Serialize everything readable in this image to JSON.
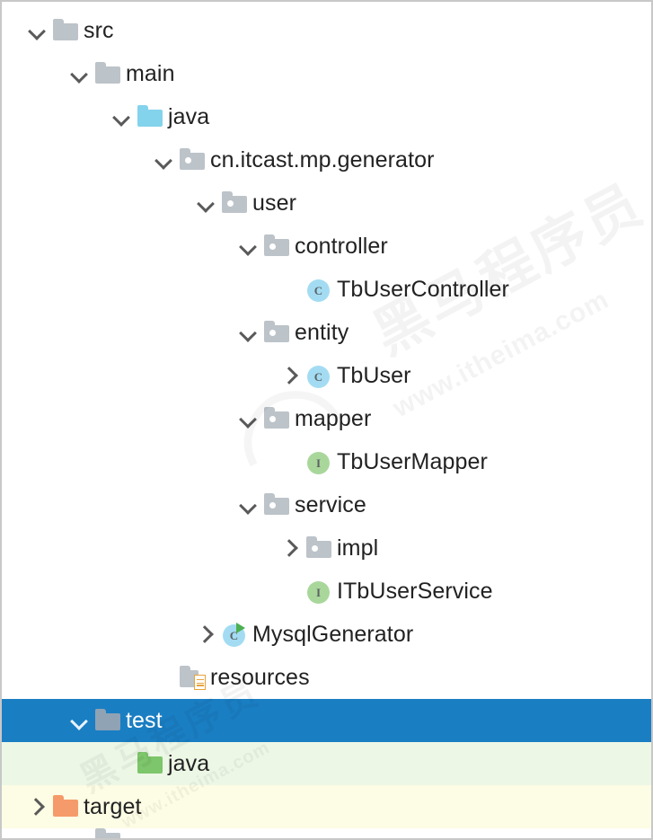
{
  "panel": {
    "name": "project-tree",
    "selected_row": "test",
    "colors": {
      "selection_background": "#1a7ec3",
      "selection_text": "#ffffff",
      "green_row_background": "#edf7e6",
      "yellow_row_background": "#fdfce4",
      "text": "#222222",
      "folder_gray": "#bcc3c9",
      "folder_cyan": "#84d3ec",
      "folder_green": "#7dc66b",
      "folder_orange": "#f59a6a",
      "folder_test": "#8fa3b4",
      "class_icon": "#a3dcf2",
      "interface_icon": "#a9d79b",
      "resources_accent": "#e8a33d",
      "run_arrow": "#4caf50"
    }
  },
  "watermark": {
    "cjk": "黑马程序员",
    "url": "www.itheima.com"
  },
  "rows": [
    {
      "label": "src",
      "depth": 0,
      "chevron": "down",
      "icon": "folder-icon",
      "icon_letter": "",
      "state": "normal"
    },
    {
      "label": "main",
      "depth": 1,
      "chevron": "down",
      "icon": "folder-icon",
      "icon_letter": "",
      "state": "normal"
    },
    {
      "label": "java",
      "depth": 2,
      "chevron": "down",
      "icon": "source-folder-icon",
      "icon_letter": "",
      "state": "normal"
    },
    {
      "label": "cn.itcast.mp.generator",
      "depth": 3,
      "chevron": "down",
      "icon": "package-folder-icon",
      "icon_letter": "",
      "state": "normal"
    },
    {
      "label": "user",
      "depth": 4,
      "chevron": "down",
      "icon": "package-folder-icon",
      "icon_letter": "",
      "state": "normal"
    },
    {
      "label": "controller",
      "depth": 5,
      "chevron": "down",
      "icon": "package-folder-icon",
      "icon_letter": "",
      "state": "normal"
    },
    {
      "label": "TbUserController",
      "depth": 6,
      "chevron": "none",
      "icon": "java-class-icon",
      "icon_letter": "C",
      "state": "normal"
    },
    {
      "label": "entity",
      "depth": 5,
      "chevron": "down",
      "icon": "package-folder-icon",
      "icon_letter": "",
      "state": "normal"
    },
    {
      "label": "TbUser",
      "depth": 6,
      "chevron": "right",
      "icon": "java-class-icon",
      "icon_letter": "C",
      "state": "normal"
    },
    {
      "label": "mapper",
      "depth": 5,
      "chevron": "down",
      "icon": "package-folder-icon",
      "icon_letter": "",
      "state": "normal"
    },
    {
      "label": "TbUserMapper",
      "depth": 6,
      "chevron": "none",
      "icon": "java-interface-icon",
      "icon_letter": "I",
      "state": "normal"
    },
    {
      "label": "service",
      "depth": 5,
      "chevron": "down",
      "icon": "package-folder-icon",
      "icon_letter": "",
      "state": "normal"
    },
    {
      "label": "impl",
      "depth": 6,
      "chevron": "right",
      "icon": "package-folder-icon",
      "icon_letter": "",
      "state": "normal"
    },
    {
      "label": "ITbUserService",
      "depth": 6,
      "chevron": "none",
      "icon": "java-interface-icon",
      "icon_letter": "I",
      "state": "normal"
    },
    {
      "label": "MysqlGenerator",
      "depth": 4,
      "chevron": "right",
      "icon": "runnable-class-icon",
      "icon_letter": "C",
      "state": "normal"
    },
    {
      "label": "resources",
      "depth": 3,
      "chevron": "none",
      "icon": "resources-folder-icon",
      "icon_letter": "",
      "state": "normal"
    },
    {
      "label": "test",
      "depth": 1,
      "chevron": "down",
      "icon": "test-folder-icon",
      "icon_letter": "",
      "state": "selected"
    },
    {
      "label": "java",
      "depth": 2,
      "chevron": "none",
      "icon": "test-source-folder-icon",
      "icon_letter": "",
      "state": "green"
    },
    {
      "label": "target",
      "depth": 0,
      "chevron": "right",
      "icon": "excluded-folder-icon",
      "icon_letter": "",
      "state": "yellow"
    },
    {
      "label": "",
      "depth": 1,
      "chevron": "none",
      "icon": "folder-icon",
      "icon_letter": "",
      "state": "clipped"
    }
  ]
}
